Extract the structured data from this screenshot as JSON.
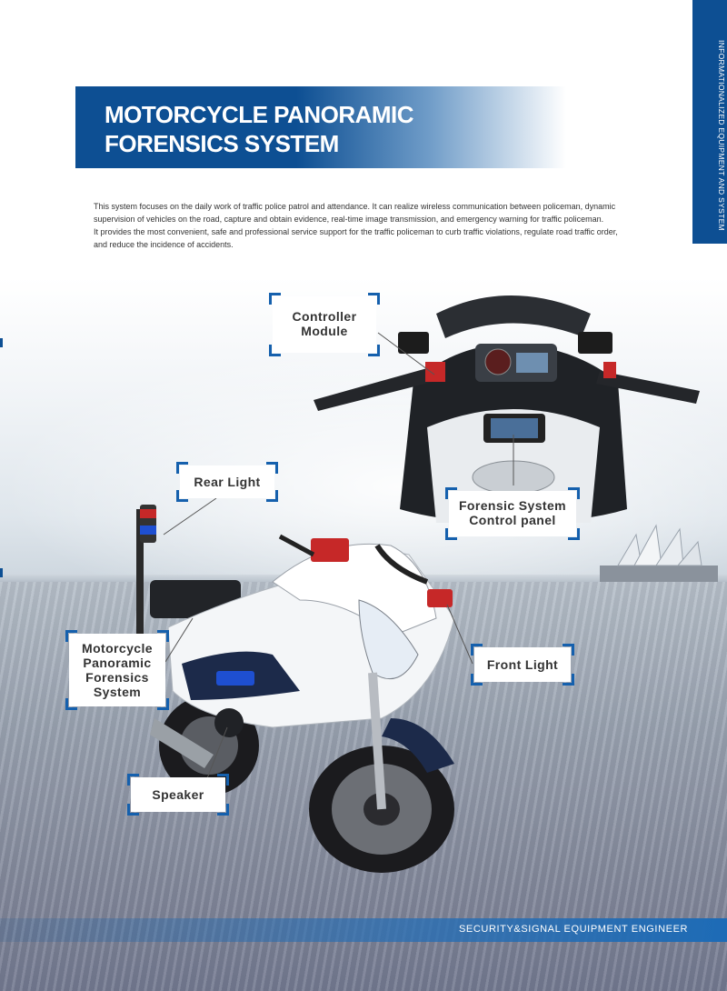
{
  "side_tab": "INFORMATIONALIZED EQUIPMENT AND SYSTEM",
  "title": {
    "line1": "MOTORCYCLE PANORAMIC",
    "line2": "FORENSICS SYSTEM"
  },
  "intro": {
    "line1": "This system focuses on the daily work of traffic police patrol and attendance. It can realize wireless communication between policeman, dynamic",
    "line2": "supervision of vehicles on the road, capture and obtain evidence, real-time image transmission, and emergency warning for traffic policeman.",
    "line3": "It provides the most convenient, safe and professional service support for the traffic policeman to curb traffic violations, regulate road traffic order,",
    "line4": "and reduce the incidence of accidents."
  },
  "labels": {
    "controller_module": [
      "Controller",
      "Module"
    ],
    "rear_light": "Rear Light",
    "forensic_control_panel": [
      "Forensic System",
      "Control panel"
    ],
    "panoramic_system": [
      "Motorcycle",
      "Panoramic",
      "Forensics",
      "System"
    ],
    "front_light": "Front Light",
    "speaker": "Speaker"
  },
  "footer": "SECURITY&SIGNAL EQUIPMENT ENGINEER",
  "colors": {
    "brand_blue": "#0d4f93",
    "corner_blue": "#1560ad",
    "light_red": "#c62828",
    "light_blue": "#1e4fd1"
  }
}
